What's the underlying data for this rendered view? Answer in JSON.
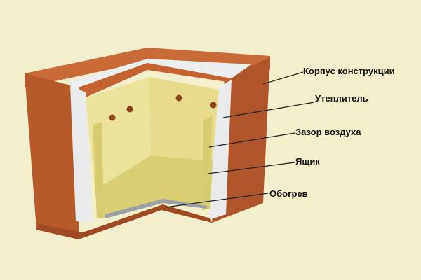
{
  "labels": {
    "body": "Корпус конструкции",
    "insulation": "Утеплитель",
    "air_gap": "Зазор воздуха",
    "box": "Ящик",
    "heating": "Обогрев"
  },
  "colors": {
    "background": "#f3eecb",
    "wood": "#b65a2a",
    "wood_dark": "#8e4019",
    "insulation": "#e9eaec",
    "box_wall": "#ece39a",
    "box_floor": "#d9cf73",
    "leader_line": "#222222"
  }
}
